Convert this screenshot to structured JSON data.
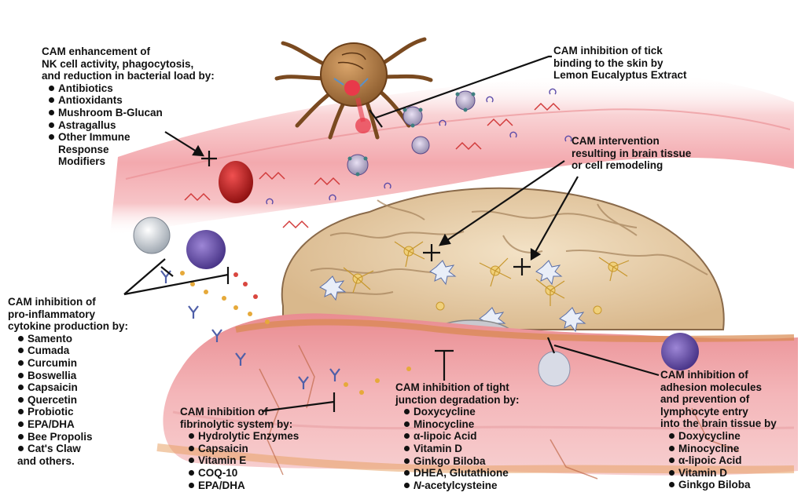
{
  "colors": {
    "vessel": "#f2b9bd",
    "vessel_dark": "#e07f86",
    "brain": "#e9cfa6",
    "brain_outline": "#8a6a4a",
    "tick": "#9b6a3a",
    "cell_purple": "#6a4fa8",
    "text": "#111111"
  },
  "labels": {
    "nk_cell": {
      "heading": [
        "CAM enhancement of",
        "NK cell activity, phagocytosis,",
        "and reduction in bacterial load by:"
      ],
      "items": [
        "Antibiotics",
        "Antioxidants",
        "Mushroom B-Glucan",
        "Astragallus",
        "Other Immune"
      ],
      "continuation": [
        "Response",
        "Modifiers"
      ]
    },
    "tick": {
      "heading": [
        "CAM inhibition of tick",
        "binding to the skin by",
        "Lemon Eucalyptus Extract"
      ]
    },
    "brain_remodel": {
      "heading": [
        "CAM intervention",
        "resulting in brain tissue",
        "or cell remodeling"
      ]
    },
    "cytokine": {
      "heading": [
        "CAM inhibition of",
        "pro-inflammatory",
        "cytokine production by:"
      ],
      "items": [
        "Samento",
        "Cumada",
        "Curcumin",
        "Boswellia",
        "Capsaicin",
        "Quercetin",
        "Probiotic",
        "EPA/DHA",
        "Bee Propolis",
        "Cat's Claw"
      ],
      "tail": "and others."
    },
    "fibrinolytic": {
      "heading": [
        "CAM inhibition of",
        "fibrinolytic system by:"
      ],
      "items": [
        "Hydrolytic Enzymes",
        "Capsaicin",
        "Vitamin E",
        "COQ-10",
        "EPA/DHA"
      ]
    },
    "tight_junction": {
      "heading": [
        "CAM inhibition of tight",
        "junction degradation by:"
      ],
      "items": [
        "Doxycycline",
        "Minocycline",
        "α-lipoic Acid",
        "Vitamin D",
        "Ginkgo Biloba",
        "DHEA, Glutathione"
      ],
      "italic_item_prefix": "N",
      "italic_item_rest": "-acetylcysteine"
    },
    "adhesion": {
      "heading": [
        "CAM inhibition of",
        "adhesion molecules",
        "and prevention of",
        "lymphocyte entry",
        "into the brain tissue by"
      ],
      "items": [
        "Doxycycline",
        "Minocycline",
        "α-lipoic Acid",
        "Vitamin D",
        "Ginkgo Biloba"
      ]
    }
  }
}
